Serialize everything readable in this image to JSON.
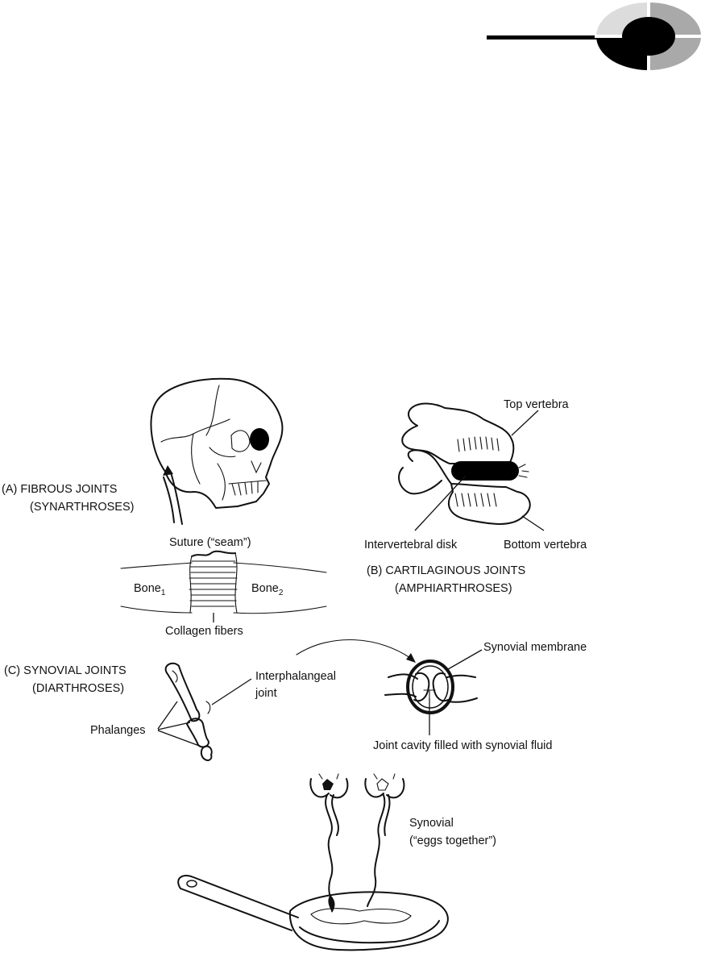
{
  "header": {
    "colors": {
      "dark": "#000000",
      "gray": "#a9a9a9",
      "light": "#dcdcdc"
    },
    "icon": "quadrant-circle-emblem"
  },
  "panels": {
    "a": {
      "title_line1": "(A) FIBROUS JOINTS",
      "title_line2": "(SYNARTHROSES)",
      "suture_label": "Suture (“seam”)",
      "bone1": "Bone",
      "bone1_sub": "1",
      "bone2": "Bone",
      "bone2_sub": "2",
      "collagen_label": "Collagen fibers"
    },
    "b": {
      "top_label": "Top vertebra",
      "disk_label": "Intervertebral disk",
      "bottom_label": "Bottom vertebra",
      "title_line1": "(B) CARTILAGINOUS JOINTS",
      "title_line2": "(AMPHIARTHROSES)"
    },
    "c": {
      "title_line1": "(C) SYNOVIAL JOINTS",
      "title_line2": "(DIARTHROSES)",
      "phalanges_label": "Phalanges",
      "interphalangeal_line1": "Interphalangeal",
      "interphalangeal_line2": "joint",
      "membrane_label": "Synovial membrane",
      "cavity_label": "Joint cavity filled with synovial fluid",
      "synovial_line1": "Synovial",
      "synovial_line2": "(“eggs together”)"
    }
  }
}
